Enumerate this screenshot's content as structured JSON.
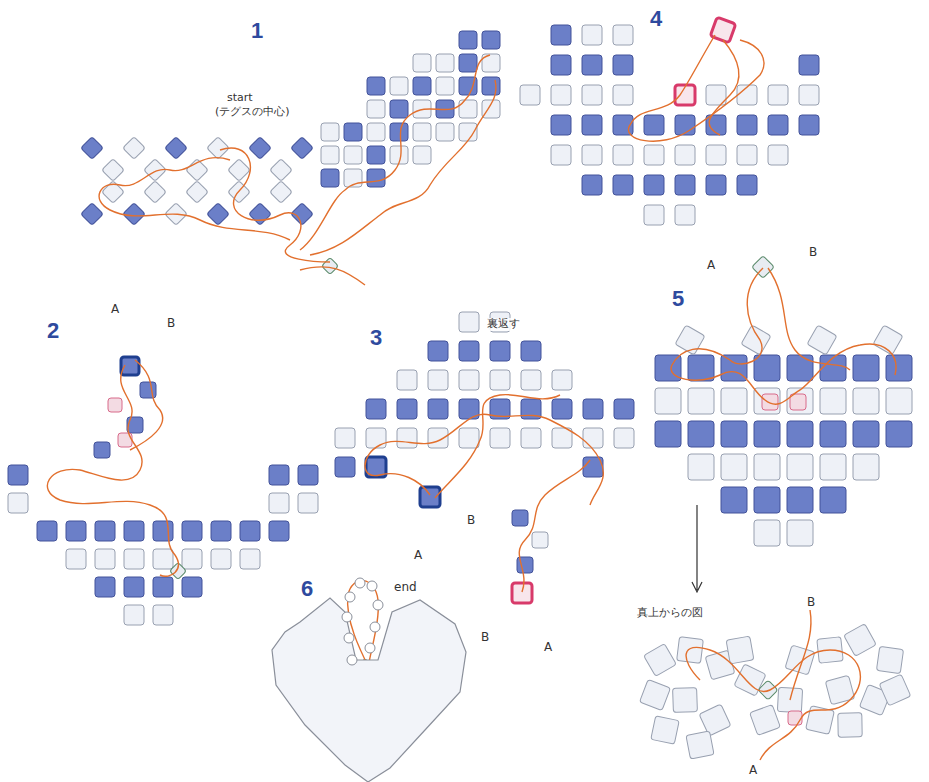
{
  "diagram": {
    "labels": [
      "1",
      "start",
      "(テグスの中心)",
      "4",
      "A",
      "B",
      "5",
      "2",
      "A",
      "B",
      "3",
      "裏返す",
      "B",
      "A",
      "B",
      "A",
      "6",
      "end",
      "真上からの図",
      "B",
      "A"
    ]
  }
}
